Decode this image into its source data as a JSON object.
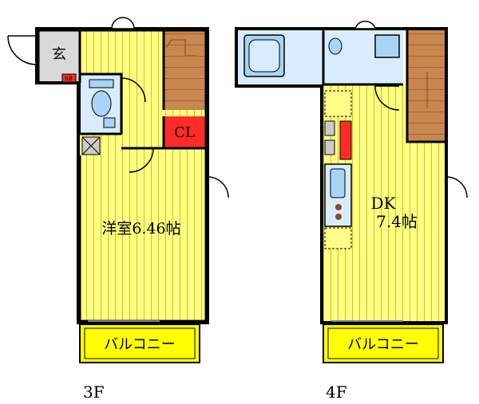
{
  "floors": [
    {
      "label": "3F",
      "rooms": {
        "entrance": "玄",
        "shoe_box": "SB",
        "closet": "CL",
        "western_room": "洋室6.46帖",
        "balcony": "バルコニー"
      }
    },
    {
      "label": "4F",
      "rooms": {
        "dk_name": "DK",
        "dk_size": "7.4帖",
        "balcony": "バルコニー"
      }
    }
  ],
  "colors": {
    "floor_yellow": "#ffff88",
    "floor_stripe": "#c8c800",
    "stairs_brown": "#c8874f",
    "closet_red": "#ff2b2b",
    "wet_area_blue": "#d9ecff",
    "fixture_blue": "#a8d4f5",
    "wall": "#000000",
    "entrance_gray": "#d9d9d9"
  }
}
